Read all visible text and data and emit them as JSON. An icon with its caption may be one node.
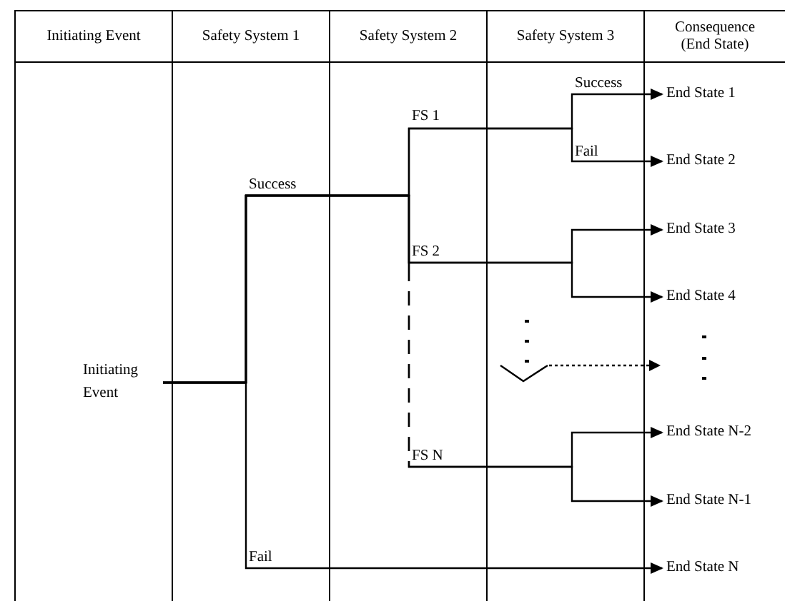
{
  "diagram": {
    "nodes": [
      {
        "text": [
          "Initiating Event"
        ]
      },
      {
        "text": [
          "Safety System 1"
        ]
      },
      {
        "text": [
          "Safety System 2"
        ]
      },
      {
        "text": [
          "Safety System 3"
        ]
      },
      {
        "text": [
          "Consequence (End State)"
        ]
      },
      {
        "text": [
          "Initiating Event"
        ]
      },
      {
        "text": [
          "End State 1"
        ]
      },
      {
        "text": [
          "End State 2"
        ]
      },
      {
        "text": [
          "End State 3"
        ]
      },
      {
        "text": [
          "End State 4"
        ]
      },
      {
        "text": [
          "End State N-2"
        ]
      },
      {
        "text": [
          "End State N-1"
        ]
      },
      {
        "text": [
          "End State N"
        ]
      }
    ],
    "edges": [
      {
        "from": 5,
        "to": 6,
        "arrow": "to"
      },
      {
        "from": 5,
        "to": 7,
        "arrow": "to"
      },
      {
        "from": 5,
        "to": 8,
        "arrow": "to"
      },
      {
        "from": 5,
        "to": 9,
        "arrow": "to"
      },
      {
        "from": 5,
        "to": 10,
        "arrow": "to"
      },
      {
        "from": 5,
        "to": 11,
        "arrow": "to"
      },
      {
        "from": 5,
        "to": 12,
        "arrow": "to"
      }
    ],
    "labels": [
      "FS 1",
      "Success",
      "Fail",
      "Success",
      "FS 2",
      "FS N",
      "Fail"
    ]
  }
}
